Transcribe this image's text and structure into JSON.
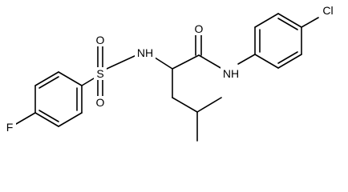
{
  "molecule": {
    "atoms": {
      "o_sulfonyl_top": "O",
      "sulfur": "S",
      "o_sulfonyl_bottom": "O",
      "sulfonamide_nh": "NH",
      "carbonyl_o": "O",
      "amide_nh": "NH",
      "chlorine": "Cl",
      "fluorine": "F"
    }
  }
}
